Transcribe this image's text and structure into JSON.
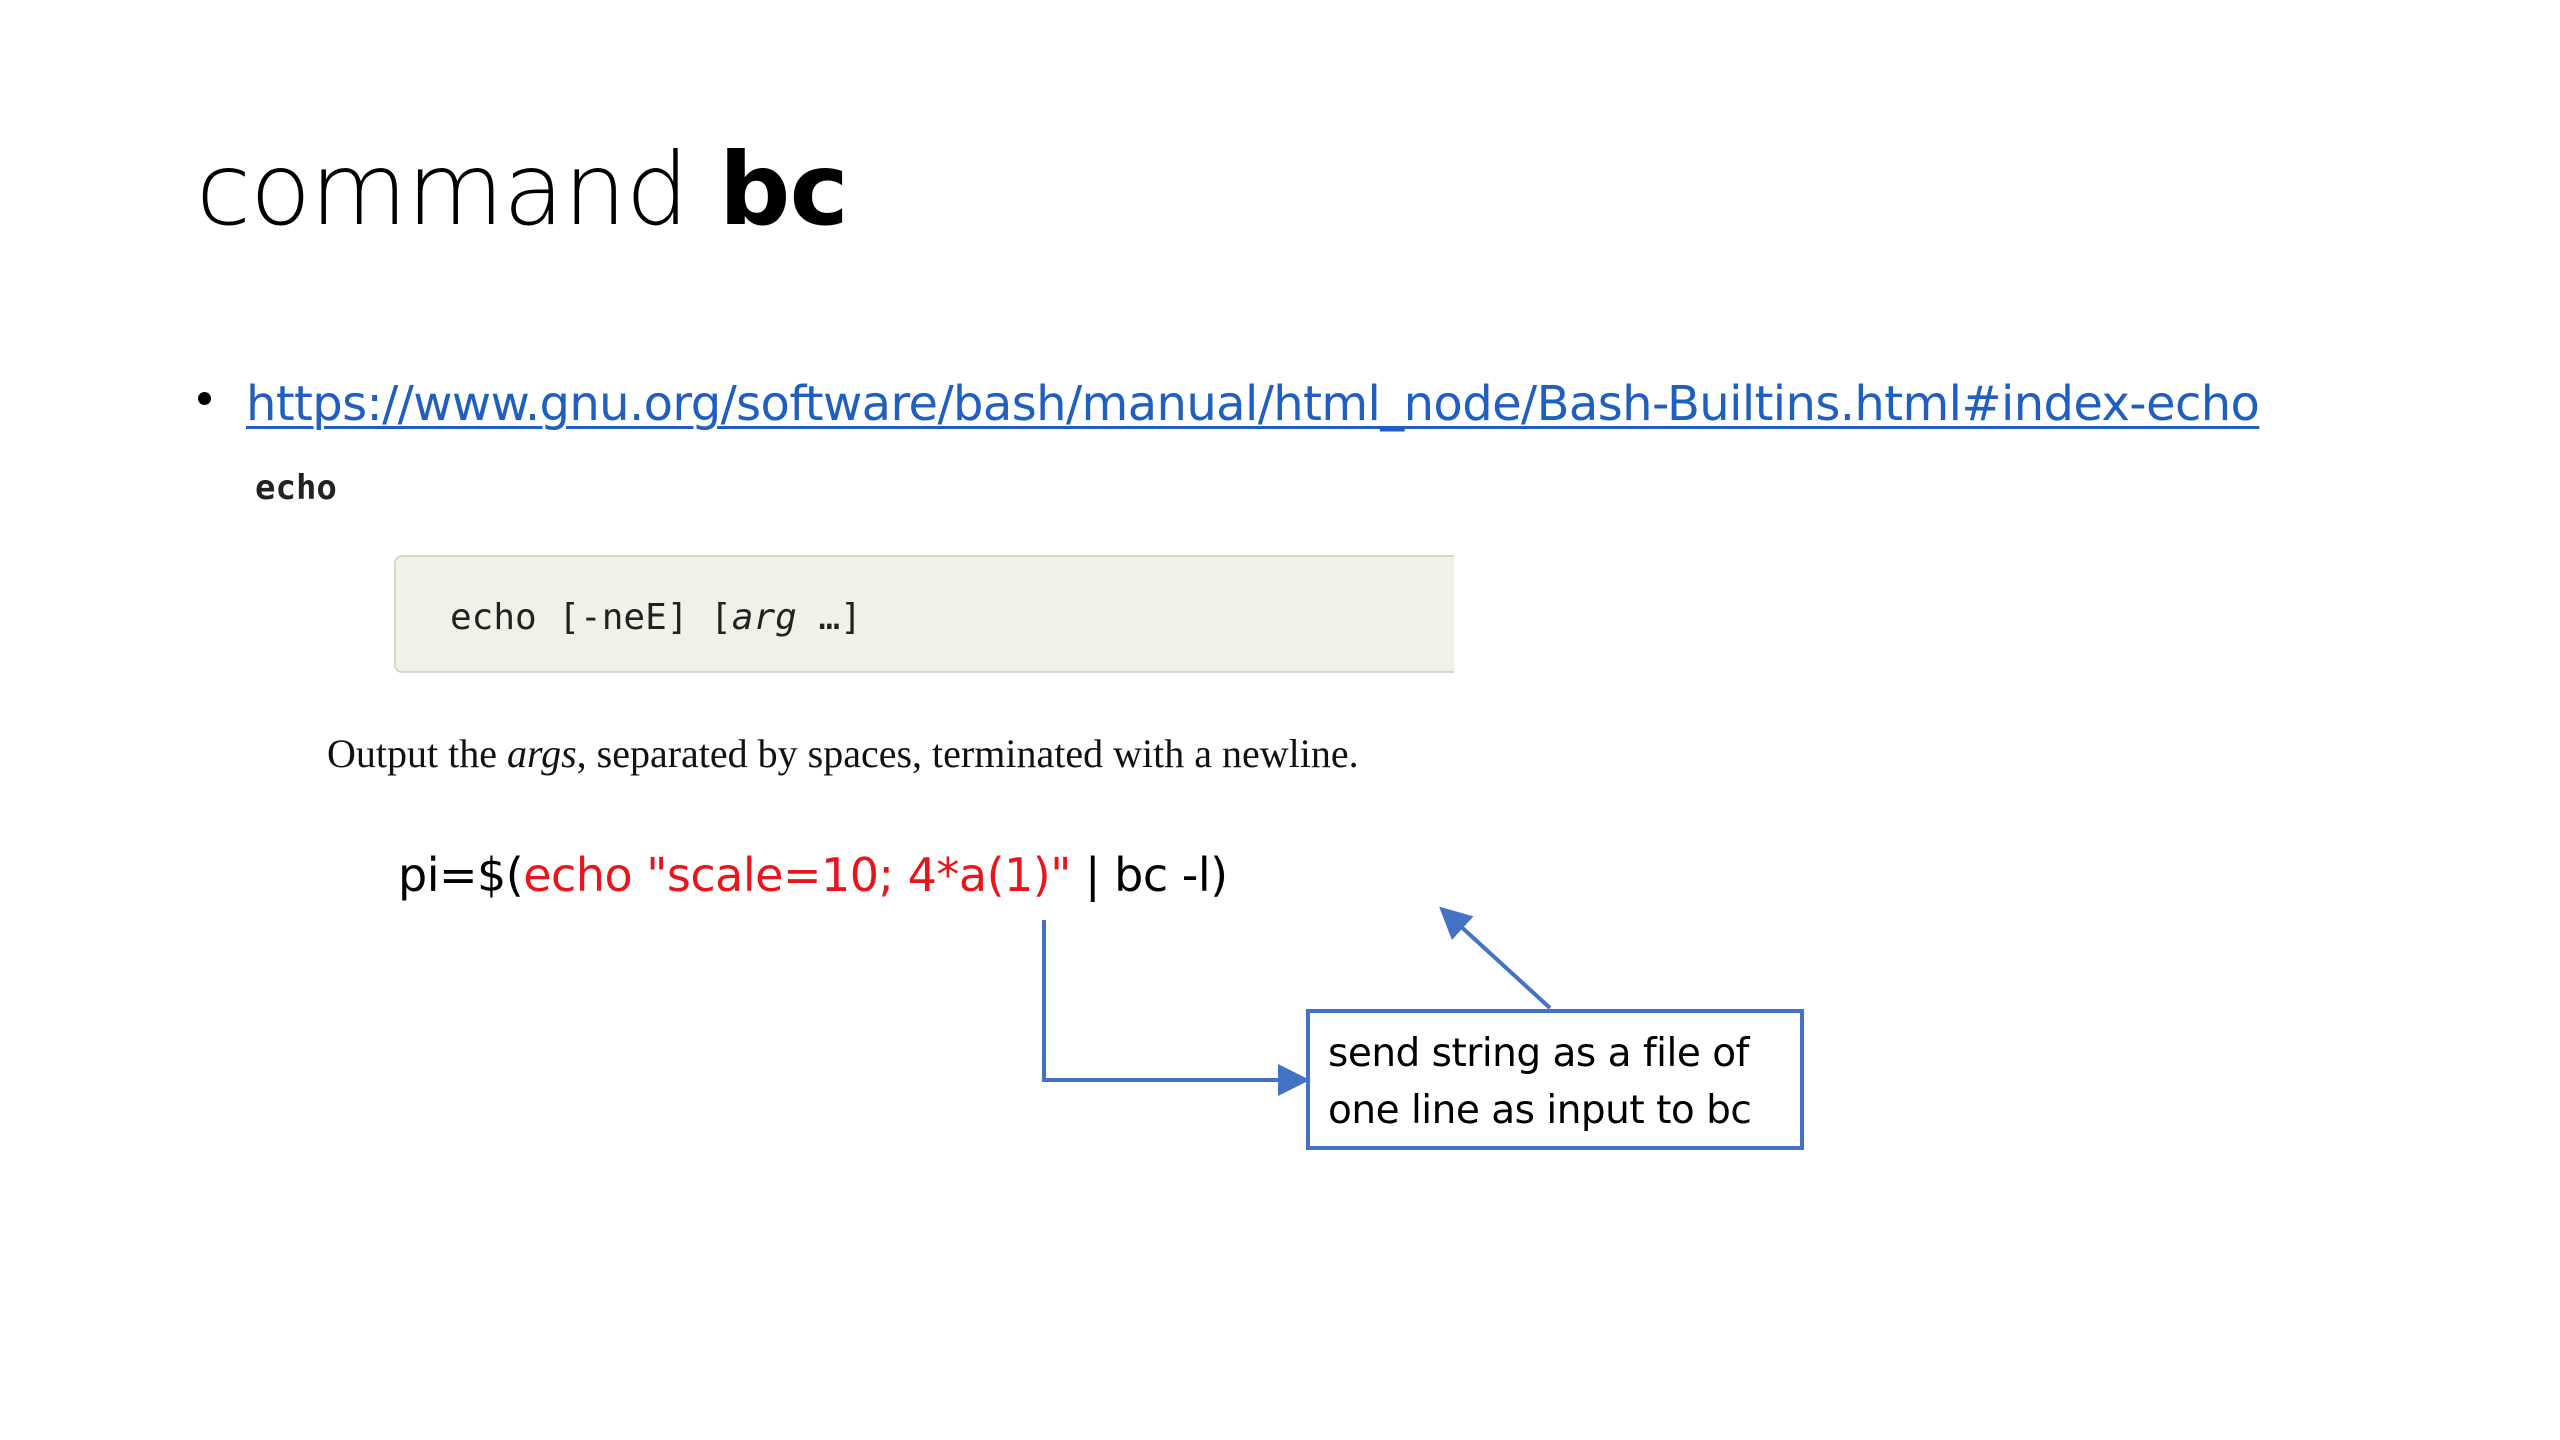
{
  "slide": {
    "title_plain": "command ",
    "title_bold": "bc"
  },
  "bullet": {
    "link_text": "https://www.gnu.org/software/bash/manual/html_node/Bash-Builtins.html#index-echo"
  },
  "doc_excerpt": {
    "name": "echo",
    "syntax_prefix": "echo [-neE] [",
    "syntax_arg": "arg",
    "syntax_suffix": " …]",
    "desc_prefix": "Output the ",
    "desc_args": "args",
    "desc_suffix": ", separated by spaces, terminated with a newline."
  },
  "example": {
    "prefix": "pi=$(",
    "highlight": "echo \"scale=10; 4*a(1)\"",
    "suffix": " | bc -l)"
  },
  "callout": {
    "line1": "send string as a file of",
    "line2": "one line as input to bc"
  },
  "colors": {
    "link": "#1f5fbf",
    "highlight": "#e8161b",
    "callout_border": "#4472c4",
    "code_bg": "#f2f1e8"
  }
}
